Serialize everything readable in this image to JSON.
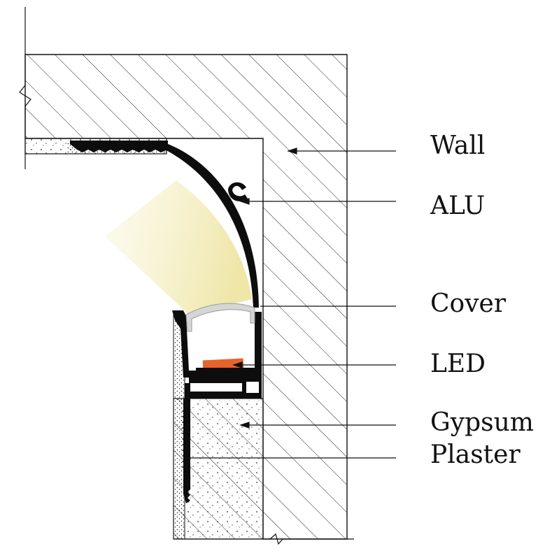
{
  "labels": {
    "wall": "Wall",
    "alu": "ALU",
    "cover": "Cover",
    "led": "LED",
    "gypsum": "Gypsum",
    "plaster": "Plaster"
  },
  "colors": {
    "line": "#111111",
    "profile": "#0d0d0d",
    "light": "#f3eec2",
    "cover": "#d8d8d8",
    "led": "#e8622a",
    "background": "#ffffff"
  }
}
